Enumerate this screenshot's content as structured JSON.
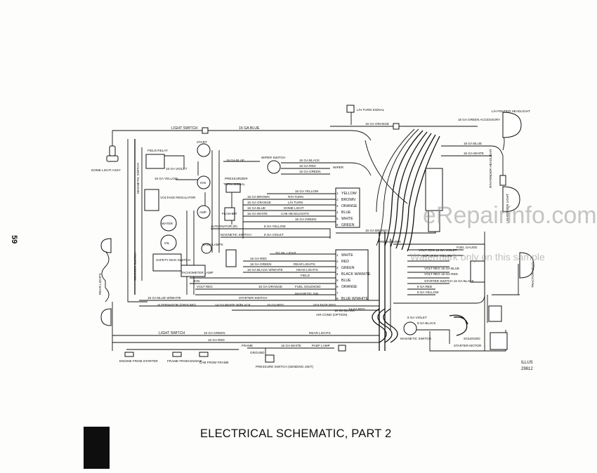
{
  "title": "ELECTRICAL SCHEMATIC, PART 2",
  "page_number": "59",
  "illus_label": "ILLUS",
  "illus_number": "29812",
  "watermark": {
    "main": "eRepairinfo.com",
    "sub": "Watermark only on this sample"
  },
  "labels": {
    "lh_turn_signal": "L/H TURN SIGNAL",
    "lh_fender_headlight": "L/H FENDER HEADLIGHT",
    "ga16_green_accessory": "16 GA GREEN ACCESSORY",
    "light_switch_top": "LIGHT SWITCH",
    "ga16_blue_top": "16 GA BLUE",
    "ga16_orange_top": "16 GA ORANGE",
    "ga16_blue_r": "16 GA BLUE",
    "ga16_white_r": "16 GA WHITE",
    "dome_light_assy": "DOME LIGHT ASSY",
    "field_relay": "FIELD RELAY",
    "ga16_violet": "16 GA VIOLET",
    "ga16_yellow_l": "16 GA YELLOW",
    "voltage_regulator": "VOLTAGE REGULATOR",
    "magnetic_switch": "MAGNETIC SWITCH",
    "start": "START",
    "ign": "IGN",
    "amp": "AMP",
    "water": "WATER",
    "oil": "OIL",
    "safety_mag_switch": "SAFETY MAG SWITCH",
    "starter_switch": "STARTER SWITCH",
    "ga16_blue_wiper": "16 GA BLUE",
    "wiper_switch": "WIPER SWITCH",
    "ga16_black": "16 GA BLACK",
    "ga16_red": "16 GA RED",
    "ga16_green": "16 GA GREEN",
    "wiper": "WIPER",
    "pressurizer": "PRESSURIZER",
    "turn_signal": "TURN SIGNAL",
    "flasher": "FLASHER",
    "ga16_yellow": "16 GA YELLOW",
    "ga16_brown": "16 GA BROWN",
    "rh_turn": "R/H TURN",
    "ga16_orange": "16 GA ORANGE",
    "lh_turn": "L/H TURN",
    "ga16_blue_d": "16 GA BLUE",
    "dome_light": "DOME LIGHT",
    "ga16_white": "16 GA WHITE",
    "cab_headlights": "CAB HEADLIGHTS",
    "ga16_green_d": "16 GA GREEN",
    "alternator_r": "ALTERNATOR (R)",
    "ga8_yellow": "8 GA YELLOW",
    "magnetic_switch_2": "MAGNETIC SWITCH",
    "ga8_violet": "8 GA VIOLET",
    "dash_lamps": "DASH LAMPS",
    "to_oil_light": "TO OIL LIGHT",
    "ga16_red_2": "16 GA RED",
    "rear_lights_mid": "REAR LIGHTS",
    "ga16_green_2": "16 GA GREEN",
    "head_lights": "HEAD LIGHTS",
    "ga16_black_white": "16 GA BLACK W/WHITE",
    "field": "FIELD",
    "tachometer_lamp": "TACHOMETER LAMP",
    "ign_2": "IGN",
    "volt_reg": "VOLT REG",
    "ga16_orange_2": "16 GA ORANGE",
    "fuel_solenoid": "FUEL SOLENOID",
    "magnetic_sw": "MAGNETIC SW",
    "ga16_blue_white": "16 GA BLUE W/WHITE",
    "starter_switch_2": "STARTER SWITCH",
    "alternator_ground": "ALTERNATOR (GROUND)",
    "ga14_white_black": "14 GA WHITE W/BLACK",
    "ga10_red": "10 GA RED",
    "voltage_reg": "VOLTAGE REG",
    "air_cond": "AIR COND (OPTION)",
    "ga16_black_2": "16 GA BLACK",
    "light_switch_bot": "LIGHT SWITCH",
    "ga16_green_3": "16 GA GREEN",
    "rear_lights_bot": "REAR LIGHTS",
    "ga16_red_3": "16 GA RED",
    "frame": "FRAME",
    "ground": "GROUND",
    "ga16_white_2": "16 GA WHITE",
    "pads_lamp": "PADF LAMP",
    "engine_from_starter": "ENGINE FROM STARTER",
    "frame_from_engine": "FRAME FROM ENGINE",
    "cab_from_frame": "CAB FROM FRAME",
    "pressure_switch": "PRESSURE SWITCH (SENDING UNIT)",
    "rear_lights_side": "REAR LIGHTS",
    "ga8_violet_2": "8 GA VIOLET",
    "ga8_black": "8 GA BLACK",
    "magnetic_switch_3": "MAGNETIC SWITCH",
    "solenoid": "SOLENOID",
    "starter_motor": "STARTER MOTOR",
    "fuel_gauge": "FUEL GAUGE",
    "ga16_brown_r": "16 GA BROWN",
    "pressurizer_r": "PRESSURIZER",
    "volt_reg_16violet": "VOLT REG 16 GA VIOLET",
    "volt_reg_amp": "AMP 16 GA YELLOW",
    "volt_reg_blue": "VOLT REG 16 GA BLUE",
    "volt_reg_amp2": "VOLT REG 16 GA RED",
    "ga8_red": "8 GA RED",
    "ga8_yellow_r": "8 GA YELLOW",
    "starter_switch_r": "STARTER SWITCH 16 GA BLACK",
    "rh_fender_headlight": "R/H FENDER HEADLIGHT",
    "tractor_head": "TRACTOR HEAD",
    "lh_fender_light": "L/H FENDER LIGHT",
    "ga14_red": "14 GA RED"
  },
  "terminal_block_1": [
    "YELLOW",
    "BROWN",
    "ORANGE",
    "BLUE",
    "WHITE",
    "GREEN"
  ],
  "terminal_block_2": [
    "WHITE",
    "RED",
    "GREEN",
    "BLACK W/WHITE",
    "BLUE",
    "ORANGE",
    "",
    "BLUE W/WHITE"
  ],
  "terminal_block_1_ids": [
    "1",
    "2",
    "3",
    "4",
    "5",
    "6"
  ],
  "terminal_block_2_ids": [
    "1",
    "2",
    "3",
    "4",
    "5",
    "6",
    "7",
    "8"
  ]
}
